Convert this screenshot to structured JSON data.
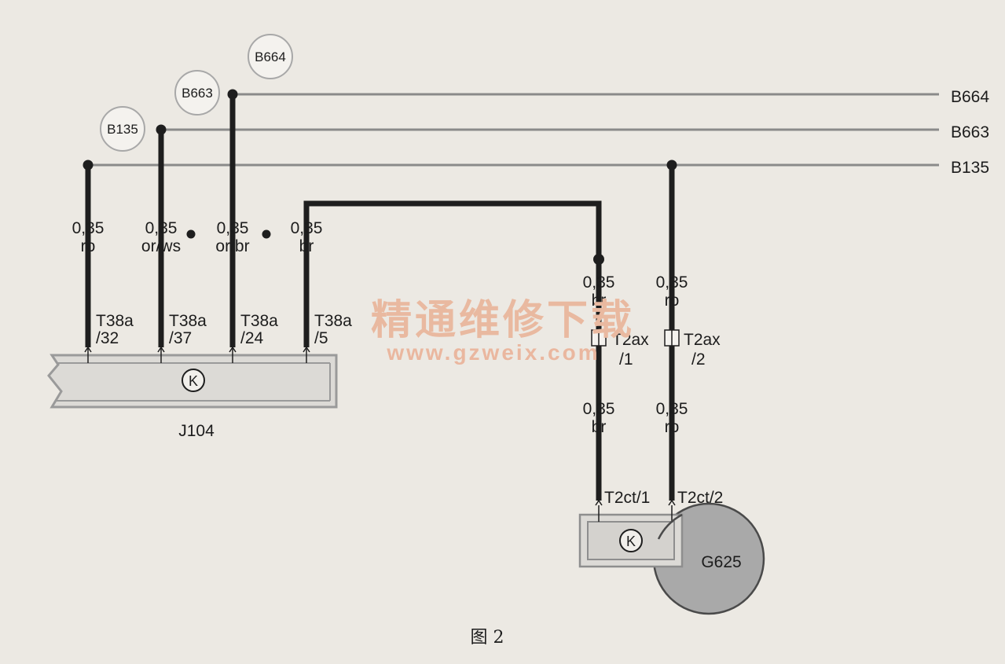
{
  "bus_lines": {
    "b664": "B664",
    "b663": "B663",
    "b135": "B135"
  },
  "bus_markers": {
    "b664": "B664",
    "b663": "B663",
    "b135": "B135"
  },
  "wires": {
    "w1": {
      "size": "0,35",
      "color": "ro"
    },
    "w2": {
      "size": "0,35",
      "color": "or/ws"
    },
    "w3": {
      "size": "0,35",
      "color": "or/br"
    },
    "w4": {
      "size": "0,35",
      "color": "br"
    },
    "w5_top": {
      "size": "0,35",
      "color": "br"
    },
    "w6_top": {
      "size": "0,35",
      "color": "ro"
    },
    "w5_bottom": {
      "size": "0,35",
      "color": "br"
    },
    "w6_bottom": {
      "size": "0,35",
      "color": "ro"
    }
  },
  "pins": {
    "p1": {
      "connector": "T38a",
      "pin": "/32"
    },
    "p2": {
      "connector": "T38a",
      "pin": "/37"
    },
    "p3": {
      "connector": "T38a",
      "pin": "/24"
    },
    "p4": {
      "connector": "T38a",
      "pin": "/5"
    },
    "t2ax1": {
      "connector": "T2ax",
      "pin": "/1"
    },
    "t2ax2": {
      "connector": "T2ax",
      "pin": "/2"
    },
    "t2ct1": "T2ct/1",
    "t2ct2": "T2ct/2"
  },
  "components": {
    "j104": "J104",
    "g625": "G625",
    "k_symbol": "K"
  },
  "watermark": {
    "title": "精通维修下载",
    "url": "www.gzweix.com"
  },
  "caption": "图 2",
  "colors": {
    "background": "#ece9e3",
    "wire": "#1e1e1e",
    "bus": "#8a8a8a",
    "module_fill": "#dcdad6",
    "sensor_fill": "#a9a9a9",
    "watermark": "#e9b9a0"
  }
}
